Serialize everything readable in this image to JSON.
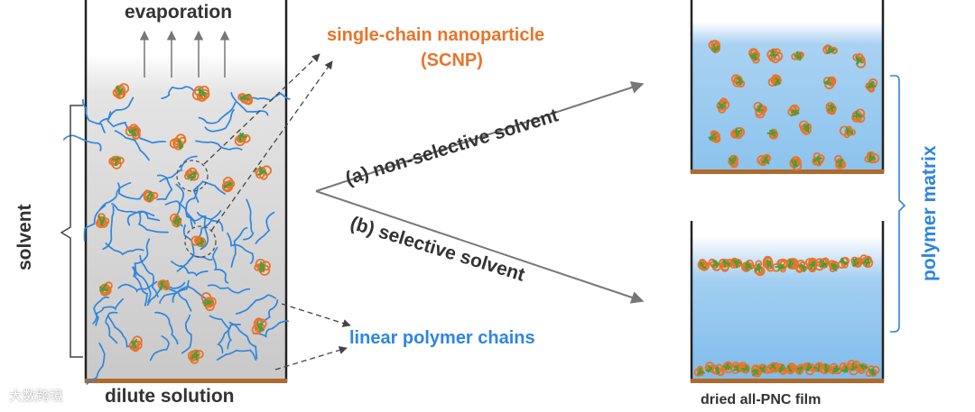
{
  "labels": {
    "evaporation": "evaporation",
    "dilute_solution": "dilute solution",
    "solvent": "solvent",
    "scnp_line1": "single-chain nanoparticle",
    "scnp_line2": "(SCNP)",
    "linear_chains": "linear polymer chains",
    "path_a": "(a)  non-selective solvent",
    "path_b": "(b)   selective solvent",
    "dried_film": "dried all-PNC film",
    "polymer_matrix": "polymer matrix",
    "watermark": "大数跨境"
  },
  "colors": {
    "text_dark": "#333333",
    "scnp_orange": "#E8742A",
    "scnp_green": "#3AA33A",
    "chain_blue": "#2E86DE",
    "arrow_gray": "#777777",
    "substrate_brown": "#B06A2C"
  }
}
